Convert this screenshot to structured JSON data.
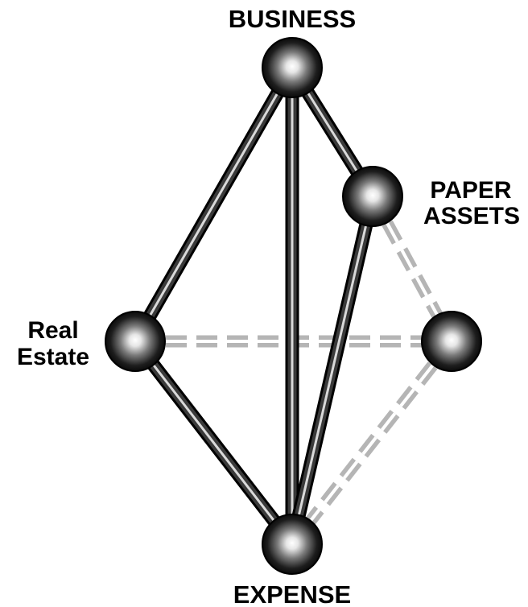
{
  "diagram": {
    "nodes": [
      {
        "id": "business",
        "lines": [
          "BUSINESS"
        ]
      },
      {
        "id": "paper_assets",
        "lines": [
          "PAPER",
          "ASSETS"
        ]
      },
      {
        "id": "real_estate",
        "lines": [
          "Real",
          "Estate"
        ]
      },
      {
        "id": "hidden",
        "lines": []
      },
      {
        "id": "expense",
        "lines": [
          "EXPENSE"
        ]
      }
    ],
    "edges": [
      {
        "from": "business",
        "to": "real_estate",
        "style": "solid"
      },
      {
        "from": "business",
        "to": "expense",
        "style": "solid"
      },
      {
        "from": "business",
        "to": "paper_assets",
        "style": "solid"
      },
      {
        "from": "paper_assets",
        "to": "expense",
        "style": "solid"
      },
      {
        "from": "real_estate",
        "to": "expense",
        "style": "solid"
      },
      {
        "from": "paper_assets",
        "to": "hidden",
        "style": "dashed"
      },
      {
        "from": "real_estate",
        "to": "hidden",
        "style": "dashed"
      },
      {
        "from": "hidden",
        "to": "expense",
        "style": "dashed"
      }
    ],
    "colors": {
      "solid_edge": "#3a3a3a",
      "solid_highlight": "#d9d9d9",
      "dashed_edge": "#b5b5b5",
      "node_dark": "#000000",
      "node_light": "#ffffff"
    }
  }
}
